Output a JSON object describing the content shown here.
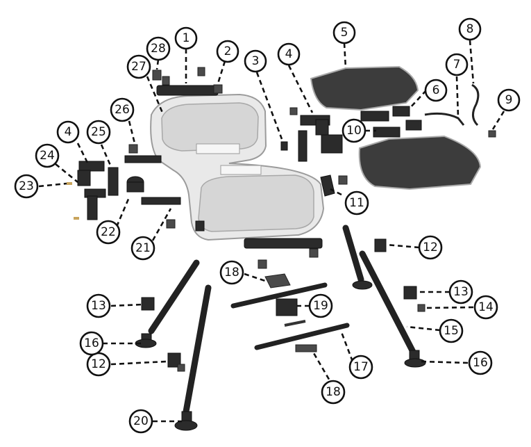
{
  "callouts": [
    {
      "label": "1"
    },
    {
      "label": "2"
    },
    {
      "label": "3"
    },
    {
      "label": "4"
    },
    {
      "label": "5"
    },
    {
      "label": "6"
    },
    {
      "label": "7"
    },
    {
      "label": "8"
    },
    {
      "label": "9"
    },
    {
      "label": "10"
    },
    {
      "label": "11"
    },
    {
      "label": "12"
    },
    {
      "label": "13"
    },
    {
      "label": "14"
    },
    {
      "label": "15"
    },
    {
      "label": "16"
    },
    {
      "label": "17"
    },
    {
      "label": "18"
    },
    {
      "label": "19"
    },
    {
      "label": "20"
    },
    {
      "label": "21"
    },
    {
      "label": "22"
    },
    {
      "label": "23"
    },
    {
      "label": "24"
    },
    {
      "label": "25"
    },
    {
      "label": "26"
    },
    {
      "label": "27"
    },
    {
      "label": "28"
    },
    {
      "label": "4"
    },
    {
      "label": "12"
    },
    {
      "label": "13"
    },
    {
      "label": "16"
    },
    {
      "label": "18"
    }
  ]
}
